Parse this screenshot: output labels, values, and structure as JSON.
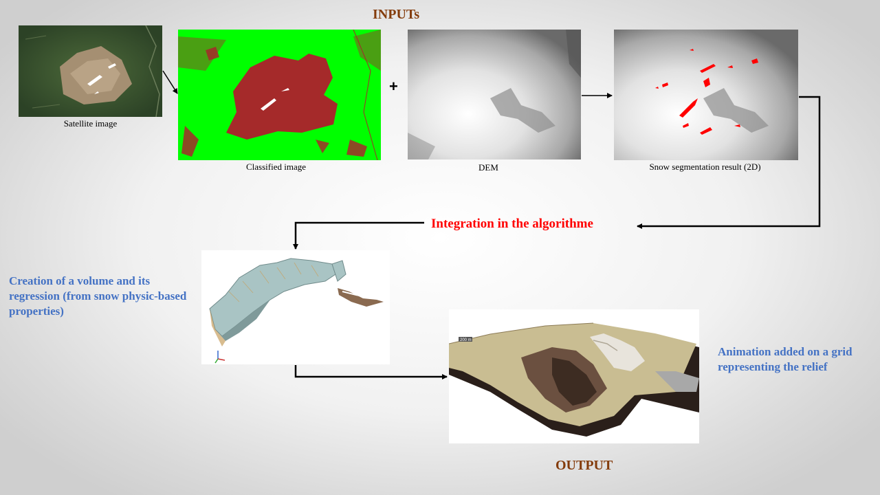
{
  "titles": {
    "inputs": "INPUTs",
    "output": "OUTPUT"
  },
  "captions": {
    "satellite": "Satellite image",
    "classified": "Classified image",
    "dem": "DEM",
    "snow": "Snow segmentation result (2D)"
  },
  "operator": "+",
  "integration": "Integration in the algorithme",
  "volume_text": "Creation of  a volume and its regression (from snow physic-based properties)",
  "animation_text": "Animation added on a grid representing the relief",
  "scale_label": "200 m",
  "colors": {
    "title": "#843c0c",
    "integration": "#ff0000",
    "description": "#4472c4",
    "classified_vegetation": "#00ff00",
    "classified_snow": "#a52a2a",
    "snow_points": "#ff0000"
  }
}
